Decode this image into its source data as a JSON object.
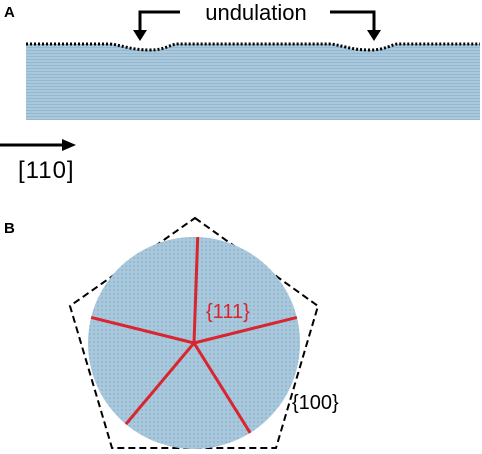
{
  "panels": {
    "a": {
      "label": "A",
      "annotation": "undulation",
      "direction_label": "[110]"
    },
    "b": {
      "label": "B",
      "facet_111_label": "{111}",
      "facet_100_label": "{100}",
      "twin_boundary_count": 5
    }
  },
  "colors": {
    "crystal_fill": "#a9c8dc",
    "crystal_stripe": "#8fb4cc",
    "twin_boundary": "#d9262e",
    "facet_111_text": "#d9262e",
    "outline": "#000000"
  }
}
